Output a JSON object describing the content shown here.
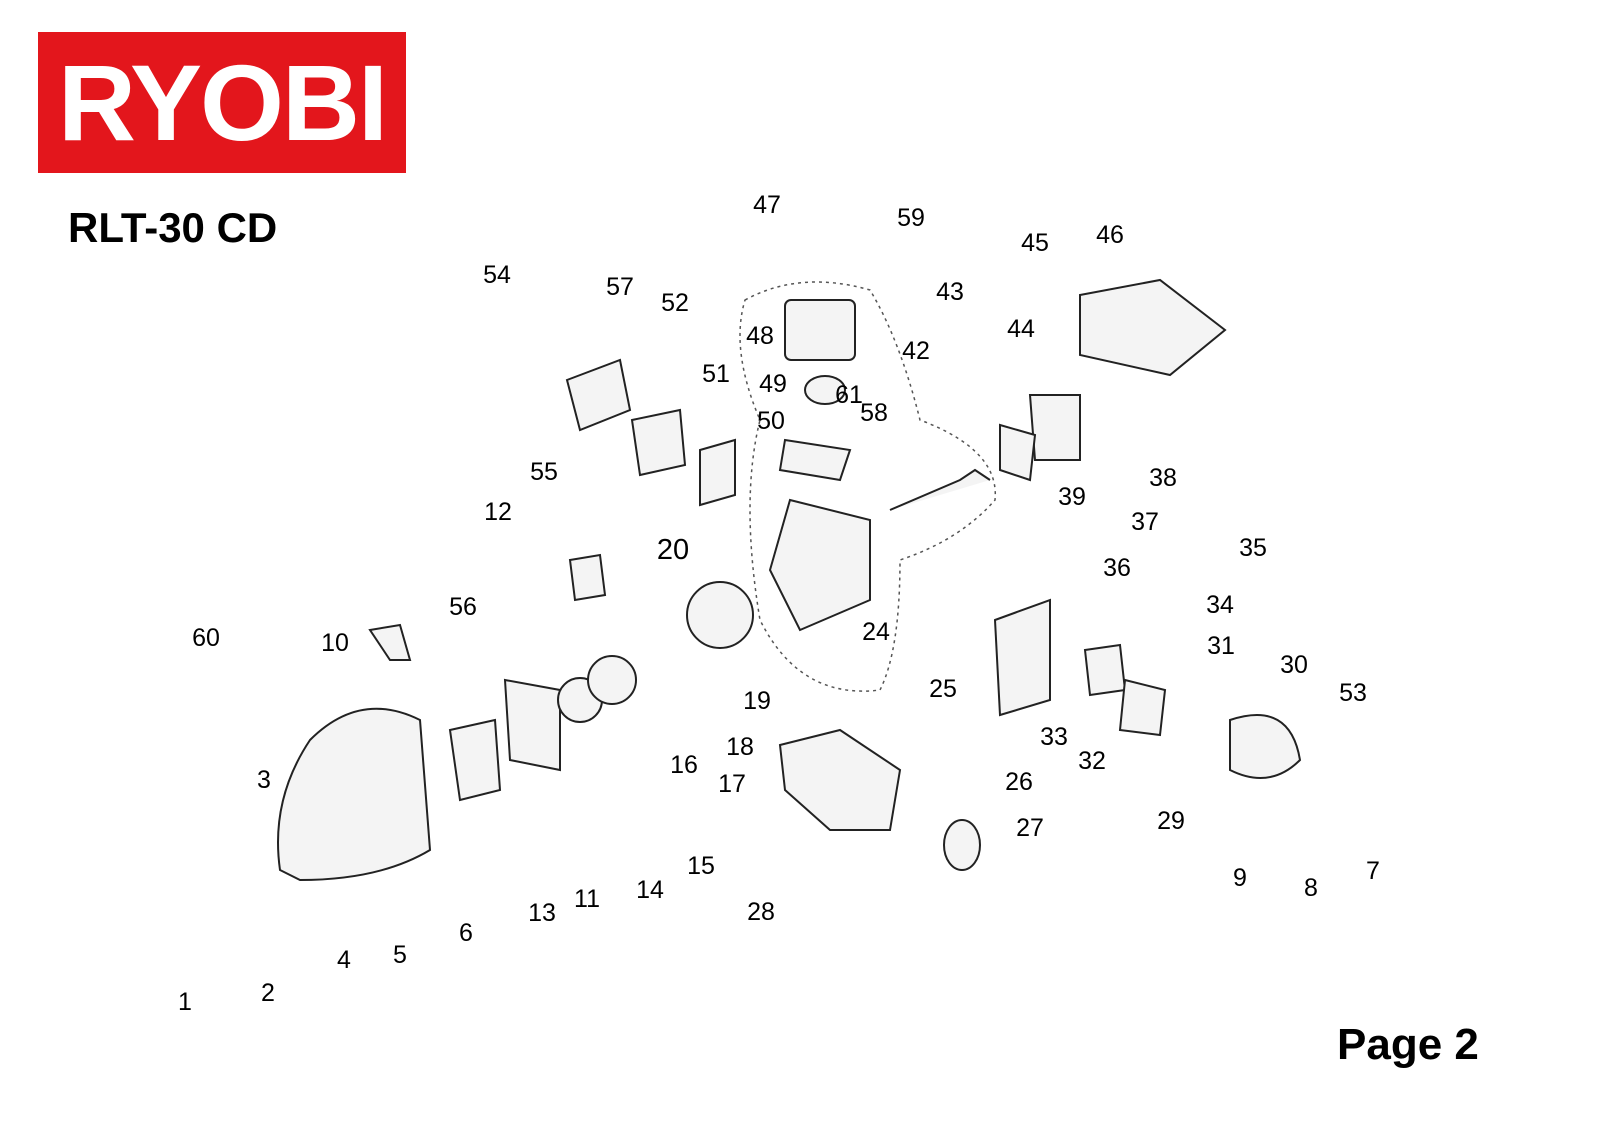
{
  "brand": "RYOBI",
  "model": "RLT-30 CD",
  "page_label": "Page 2",
  "colors": {
    "brand_red": "#e3161c",
    "line": "#000000",
    "part": "#f2f2f2"
  },
  "callouts": [
    "47",
    "59",
    "54",
    "57",
    "52",
    "45",
    "46",
    "43",
    "44",
    "48",
    "42",
    "49",
    "61",
    "58",
    "51",
    "50",
    "55",
    "38",
    "39",
    "37",
    "12",
    "20",
    "35",
    "36",
    "56",
    "34",
    "24",
    "60",
    "10",
    "31",
    "30",
    "25",
    "53",
    "19",
    "33",
    "18",
    "32",
    "16",
    "17",
    "3",
    "26",
    "27",
    "29",
    "15",
    "7",
    "9",
    "14",
    "8",
    "11",
    "13",
    "28",
    "6",
    "5",
    "4",
    "2",
    "1"
  ]
}
